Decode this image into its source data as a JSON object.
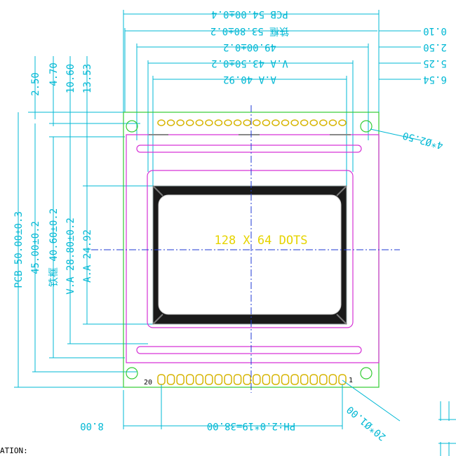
{
  "title": "",
  "top_dims": {
    "pcb": "PCB 54.00±0.4",
    "frame": "铁框 53.80±0.2",
    "inner": "49.00±0.2",
    "va": "V.A 43.50±0.2",
    "aa": "A.A 40.92"
  },
  "right_offsets": [
    "0.10",
    "2.50",
    "5.25",
    "6.54"
  ],
  "top_vertical_offsets": [
    "2.50",
    "4.70",
    "10.60",
    "13.53"
  ],
  "left_dims": {
    "pcb": "PCB 50.00±0.3",
    "inner": "45.00±0.2",
    "frame": "铁框 40.60±0.2",
    "va": "V.A 28.80±0.2",
    "aa": "A.A 24.92"
  },
  "mount_holes": "4*Ø2.50",
  "pin_holes": "20*Ø1.00",
  "pin_pitch": "PH:2.0*19=38.00",
  "pin_offset": "8.00",
  "display_label": "128 X 64 DOTS",
  "pin_first": "1",
  "pin_last": "20",
  "pin_count": 20,
  "bottom_note": "ATION:",
  "colors": {
    "dimension": "#00b8d4",
    "pcb_outline": "#33cc33",
    "bezel": "#d633d6",
    "centerline": "#1f3ad6",
    "label": "#e6d400"
  }
}
